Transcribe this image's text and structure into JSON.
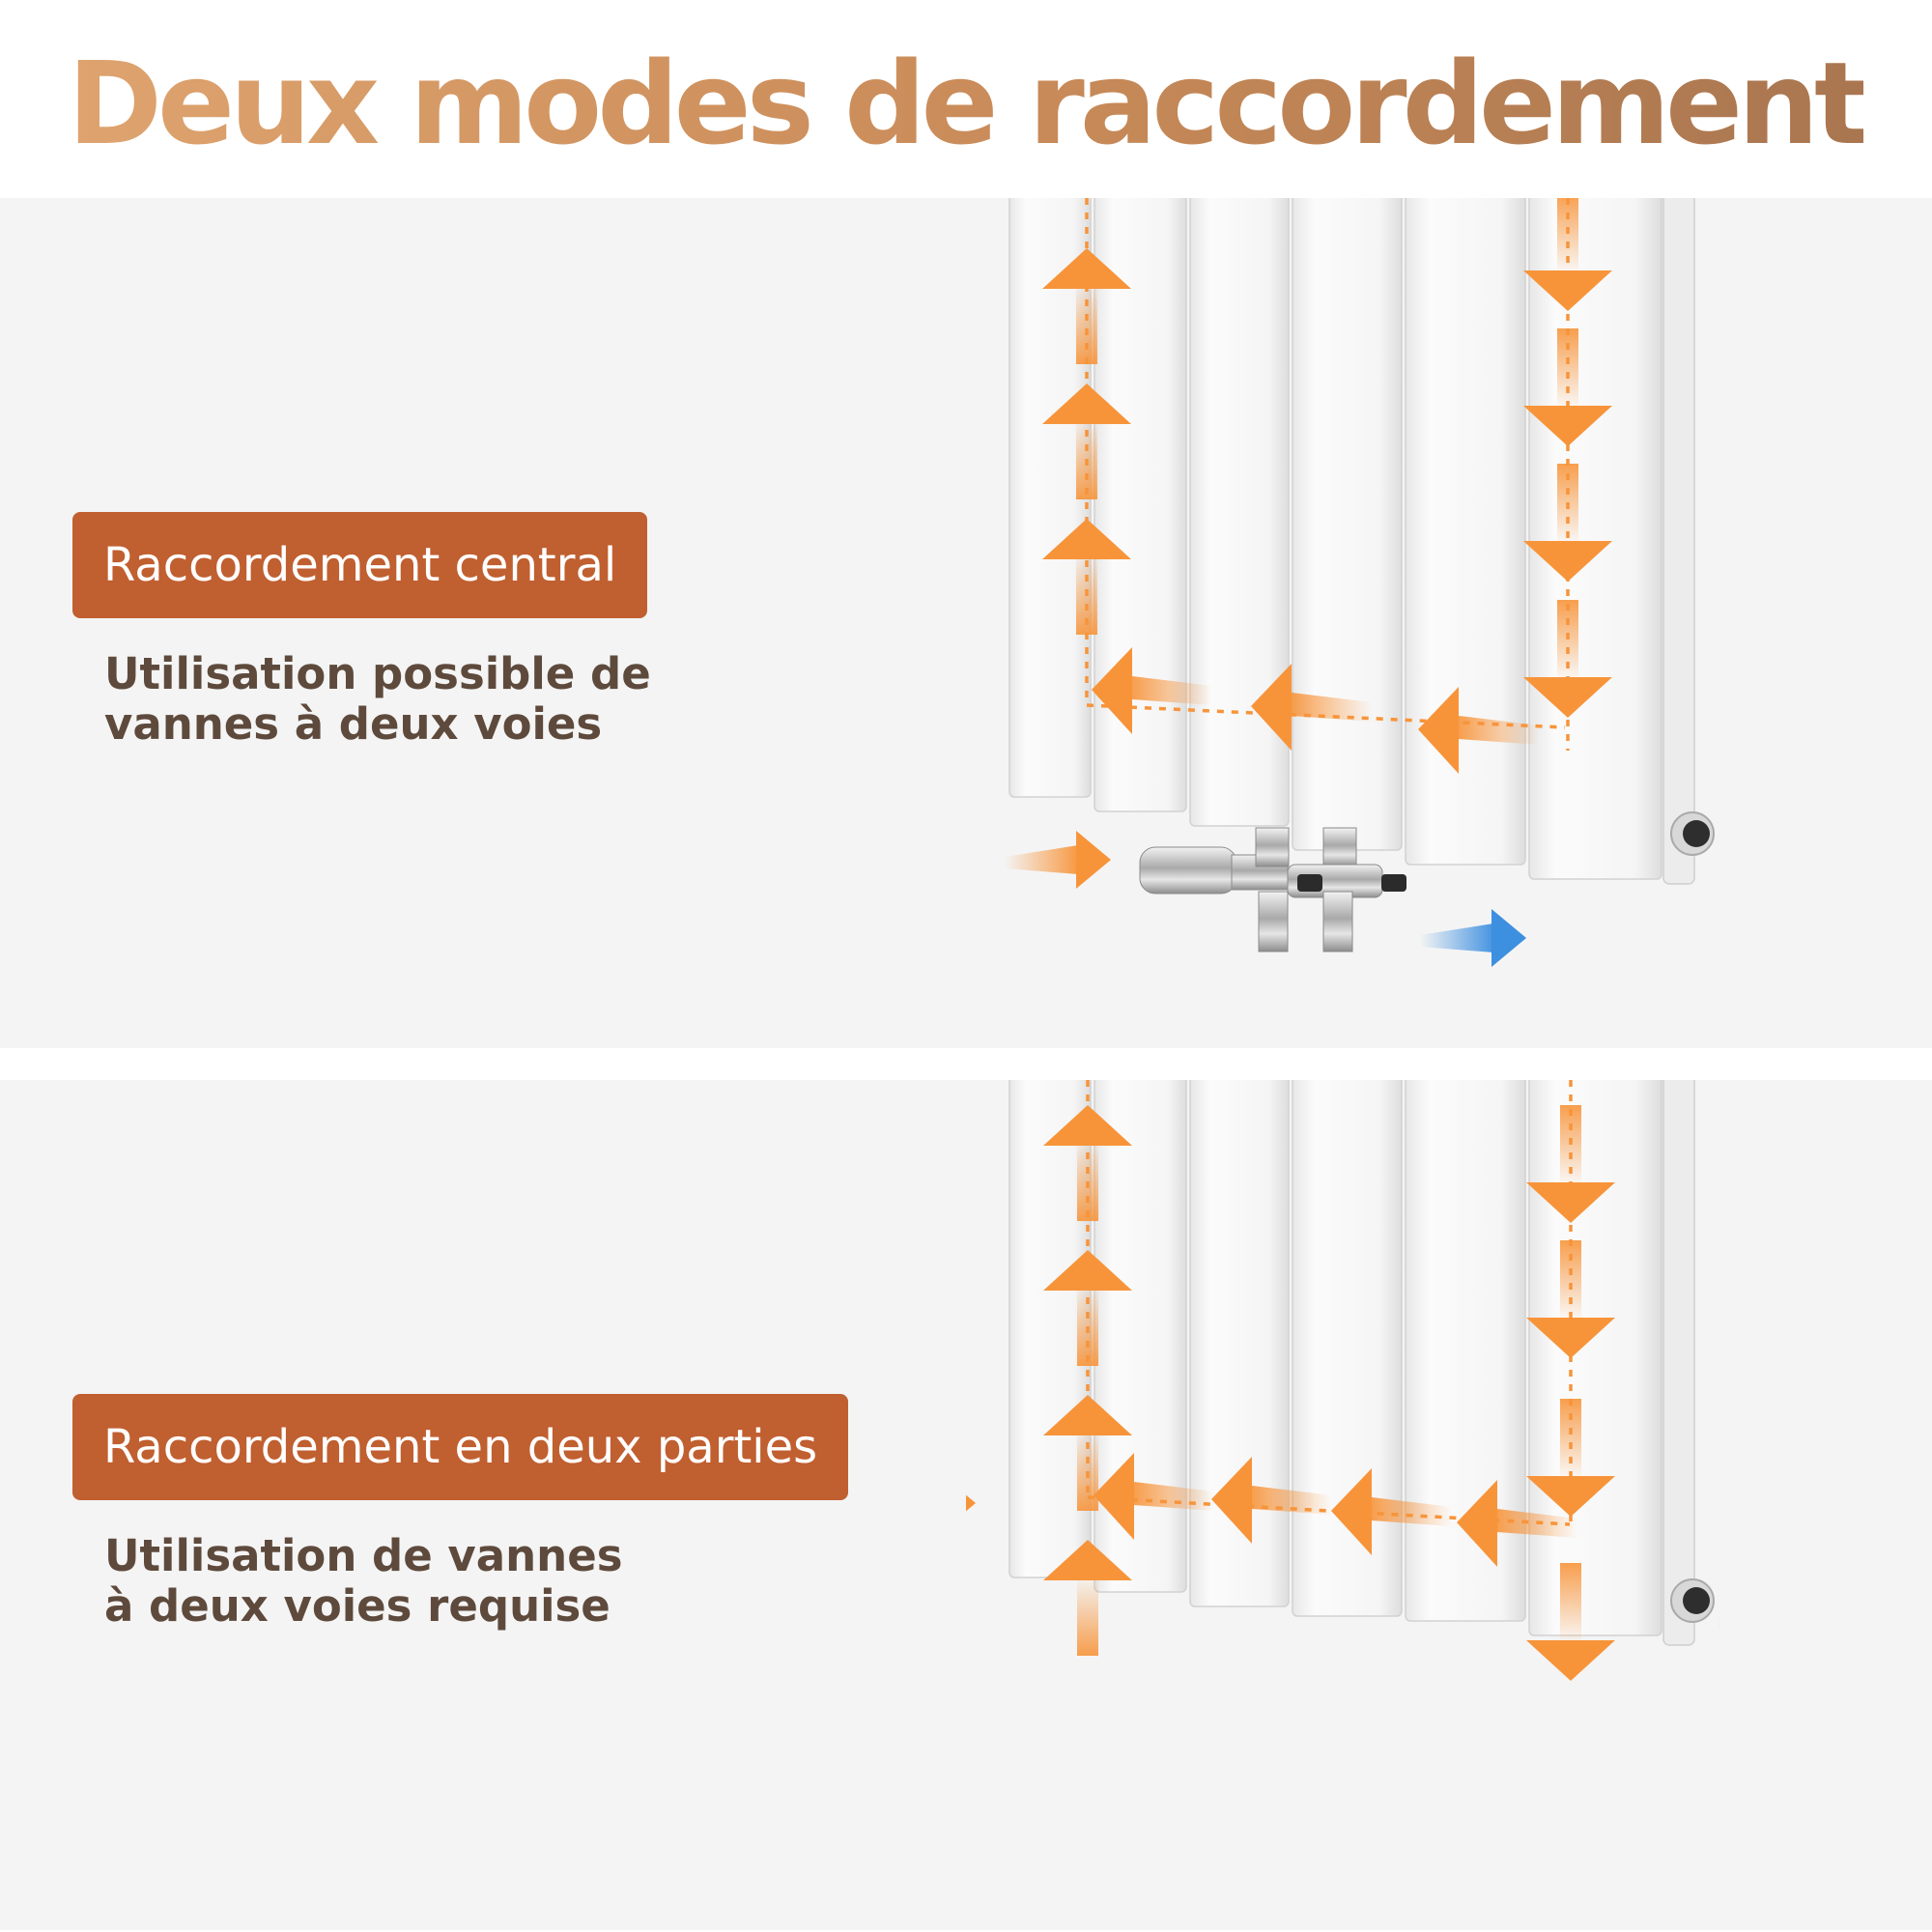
{
  "header": {
    "title": "Deux modes de raccordement"
  },
  "sections": [
    {
      "badge": "Raccordement central",
      "description": [
        "Utilisation possible de",
        "vannes à deux voies"
      ]
    },
    {
      "badge": "Raccordement en deux parties",
      "description": [
        "Utilisation de vannes",
        "à deux voies requise"
      ]
    }
  ],
  "colors": {
    "title_gradient_start": "#dea36e",
    "title_gradient_end": "#a97650",
    "badge_background": "#c05f30",
    "description_text": "#5e4a3c",
    "panel_background": "#f4f4f4",
    "flow_hot": "#f7943a",
    "flow_cold": "#3d8fe0"
  },
  "icons": {
    "hot_flow": "orange-arrow-icon",
    "cold_flow": "blue-arrow-icon",
    "valve": "two-way-valve-icon"
  }
}
